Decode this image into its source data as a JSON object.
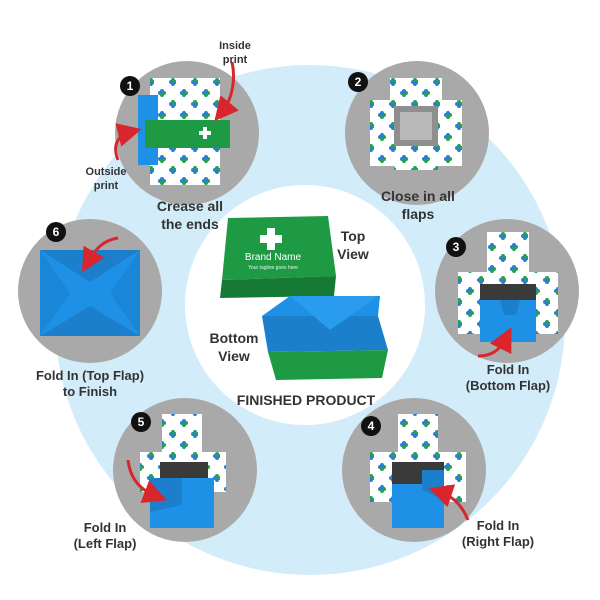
{
  "steps": [
    {
      "number": "1",
      "label_line1": "Crease all",
      "label_line2": "the ends"
    },
    {
      "number": "2",
      "label_line1": "Close in all",
      "label_line2": "flaps"
    },
    {
      "number": "3",
      "label_line1": "Fold In",
      "label_line2": "(Bottom Flap)"
    },
    {
      "number": "4",
      "label_line1": "Fold In",
      "label_line2": "(Right Flap)"
    },
    {
      "number": "5",
      "label_line1": "Fold In",
      "label_line2": "(Left Flap)"
    },
    {
      "number": "6",
      "label_line1": "Fold In (Top Flap)",
      "label_line2": "to Finish"
    }
  ],
  "annotations": {
    "inside_print_line1": "Inside",
    "inside_print_line2": "print",
    "outside_print_line1": "Outside",
    "outside_print_line2": "print"
  },
  "center": {
    "top_view_line1": "Top",
    "top_view_line2": "View",
    "bottom_view_line1": "Bottom",
    "bottom_view_line2": "View",
    "title": "FINISHED PRODUCT",
    "brand_name": "Brand Name",
    "brand_tagline": "Your tagline goes here"
  },
  "colors": {
    "ring": "#d3ecf9",
    "step_circle": "#a9a9a9",
    "box_green": "#1f9a44",
    "box_blue": "#1e90e6",
    "arrow_red": "#d9262c",
    "pattern_blue": "#2a7fd0",
    "pattern_green": "#27a14a"
  }
}
